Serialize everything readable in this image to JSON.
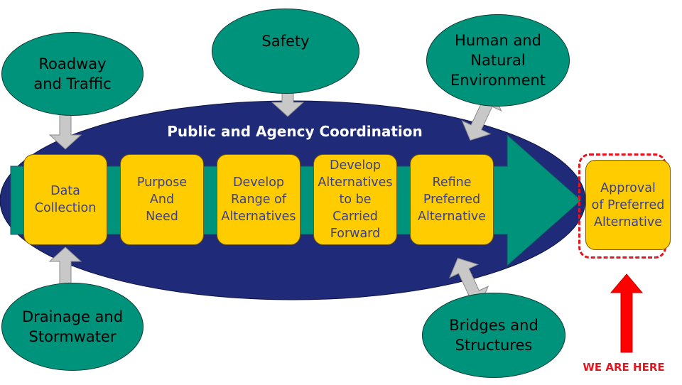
{
  "banner": "Public and Agency Coordination",
  "topics": {
    "roadway": "Roadway\nand Traffic",
    "safety": "Safety",
    "human": "Human and\nNatural\nEnvironment",
    "drainage": "Drainage and\nStormwater",
    "bridges": "Bridges and\nStructures"
  },
  "steps": [
    "Data\nCollection",
    "Purpose\nAnd\nNeed",
    "Develop\nRange of\nAlternatives",
    "Develop\nAlternatives\nto be Carried\nForward",
    "Refine\nPreferred\nAlternative"
  ],
  "approval": "Approval\nof Preferred\nAlternative",
  "marker": "WE ARE HERE",
  "colors": {
    "ellipse": "#1f2a78",
    "topic": "#00937c",
    "step": "#ffcc00",
    "step_text": "#3a3f93",
    "connector": "#c8c8c8",
    "highlight": "#e8141d"
  }
}
